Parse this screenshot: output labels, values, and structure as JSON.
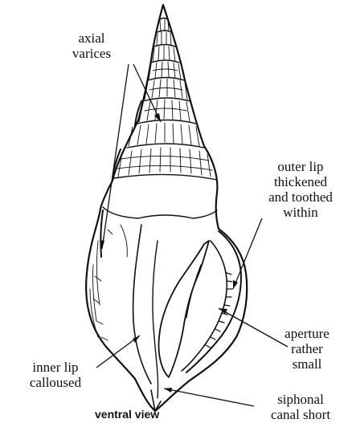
{
  "labels": {
    "axial_varices": [
      "axial",
      "varices"
    ],
    "outer_lip": [
      "outer lip",
      "thickened",
      "and toothed",
      "within"
    ],
    "aperture": [
      "aperture",
      "rather",
      "small"
    ],
    "inner_lip": [
      "inner lip",
      "calloused"
    ],
    "siphonal_canal": [
      "siphonal",
      "canal short"
    ]
  },
  "caption": "ventral view",
  "colors": {
    "ink": "#111111",
    "paper": "#ffffff"
  }
}
